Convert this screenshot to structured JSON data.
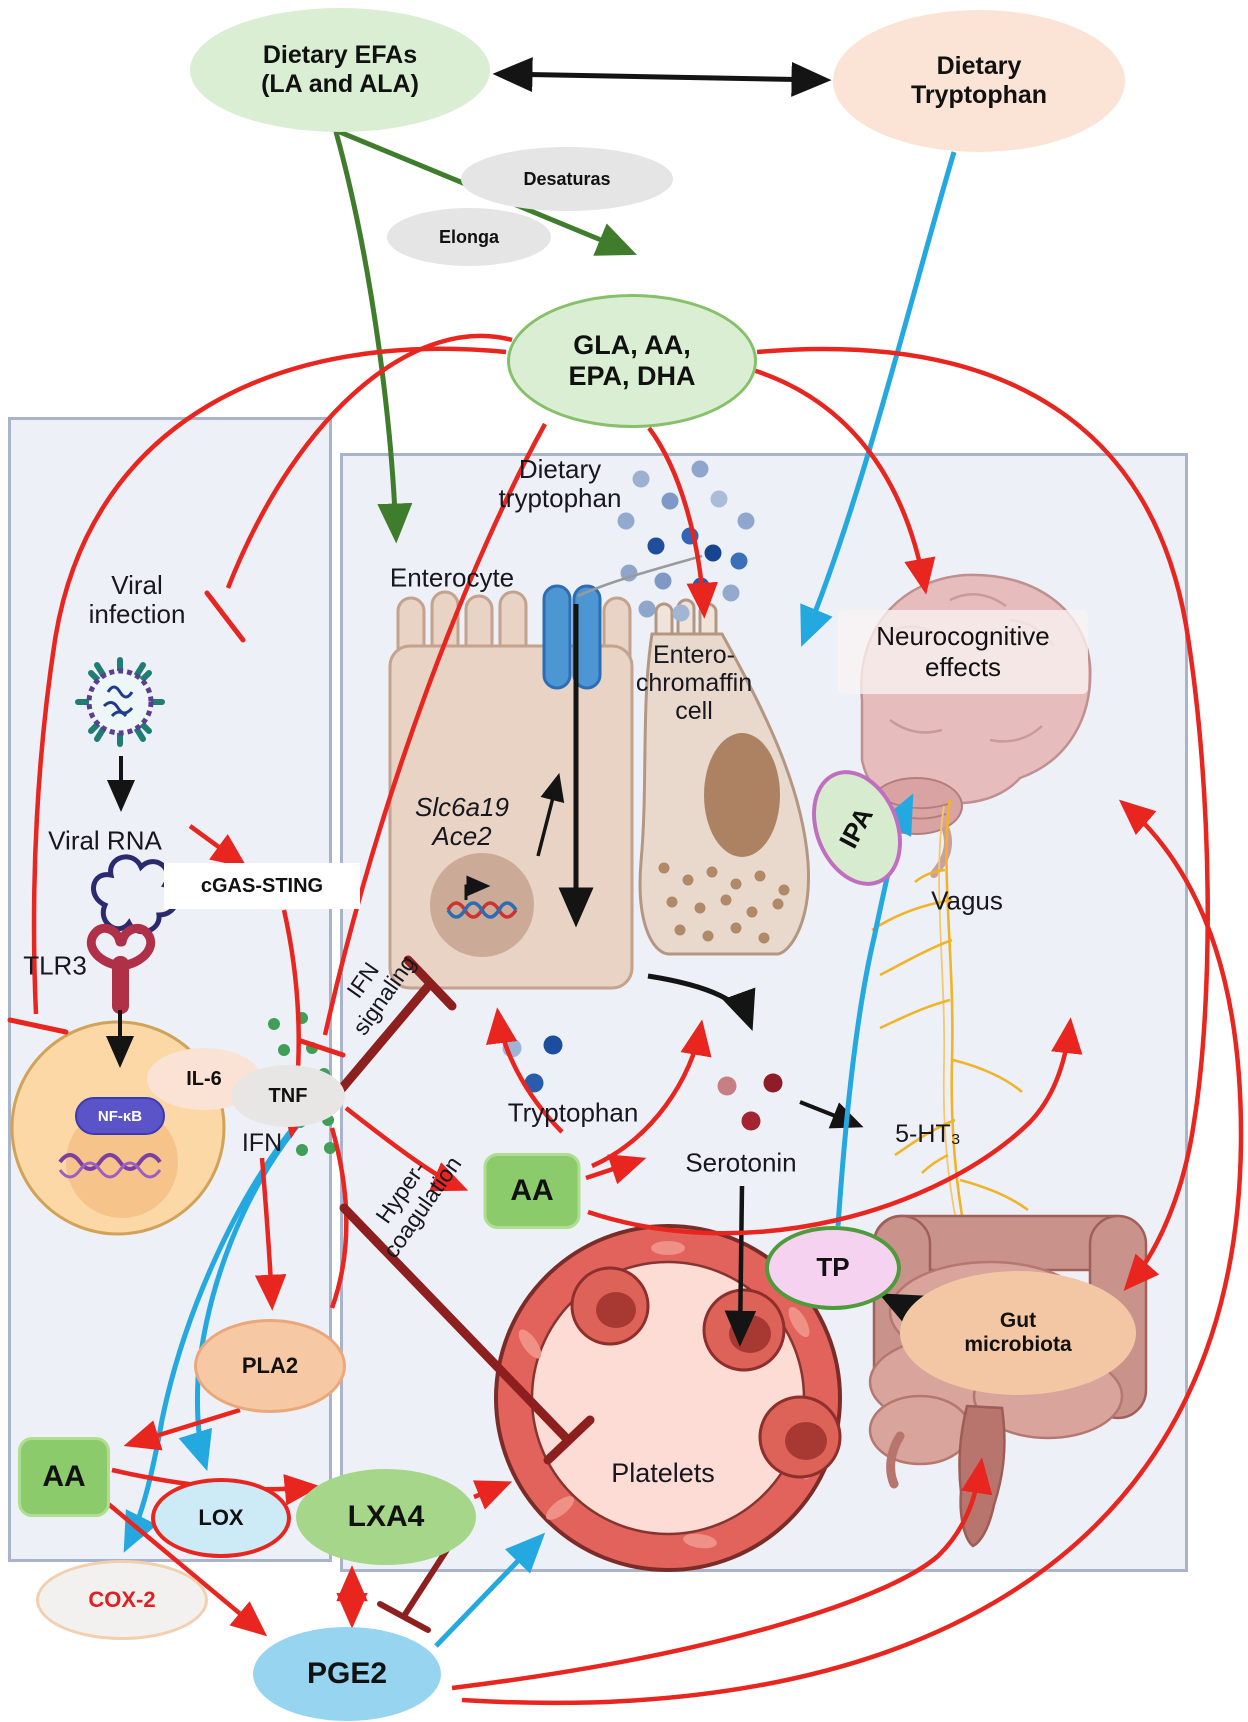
{
  "top": {
    "dietary_efas": "Dietary EFAs\n(LA and ALA)",
    "dietary_tryptophan": "Dietary\nTryptophan",
    "desaturas": "Desaturas",
    "elonga": "Elonga",
    "gla": "GLA, AA,\nEPA, DHA"
  },
  "left_panel": {
    "viral_infection": "Viral\ninfection",
    "viral_rna": "Viral RNA",
    "cgas_sting": "cGAS-STING",
    "tlr3": "TLR3",
    "nfkb": "NF-κB",
    "il6": "IL-6",
    "tnf": "TNF",
    "ifn": "IFN",
    "ifn_signaling": "IFN\nsignaling"
  },
  "gut_panel": {
    "dietary_tryptophan": "Dietary\ntryptophan",
    "enterocyte": "Enterocyte",
    "transporters": "Slc6a19\nAce2",
    "enterochromaffin": "Entero-\nchromaffin\ncell",
    "tryptophan": "Tryptophan",
    "serotonin": "Serotonin",
    "five_ht3": "5-HT₃",
    "aa": "AA",
    "neurocognitive": "Neurocognitive\neffects",
    "ipa": "IPA",
    "vagus": "Vagus",
    "tp": "TP",
    "gut_microbiota": "Gut\nmicrobiota",
    "platelets": "Platelets",
    "hyper_coagulation": "Hyper-\ncoagulation"
  },
  "bottom": {
    "pla2": "PLA2",
    "aa": "AA",
    "lox": "LOX",
    "cox2": "COX-2",
    "lxa4": "LXA4",
    "pge2": "PGE2"
  },
  "colors": {
    "stimulatory_arrow_red": "#e8251f",
    "inhibitory_bar_maroon": "#8e1f1f",
    "conversion_arrow_green": "#3f7d2c",
    "tryptophan_route_blue": "#23a8e0",
    "neutral_arrow_black": "#141414",
    "node_green": "#d9eed2",
    "node_peach": "#fbe4d6",
    "node_gray": "#e5e5e5",
    "aa_green": "#8bcb6b",
    "pge2_blue": "#96d4f0",
    "tp_pink": "#f5d3f0",
    "panel_bg": "#eef0f8"
  }
}
